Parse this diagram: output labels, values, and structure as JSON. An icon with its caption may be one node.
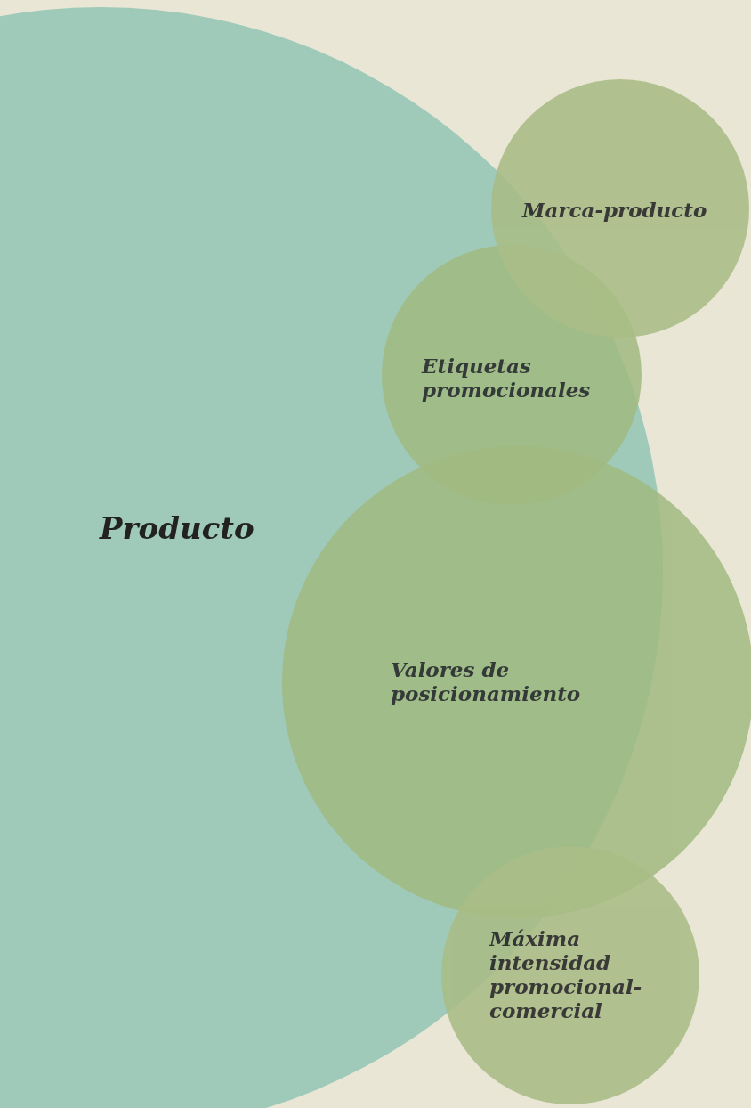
{
  "diagram": {
    "nodes": [
      {
        "text": [
          "Producto"
        ]
      },
      {
        "text": [
          "Marca-producto"
        ]
      },
      {
        "text": [
          "Etiquetas promocionales"
        ],
        "in": 0
      },
      {
        "text": [
          "Valores de posicionamiento"
        ]
      },
      {
        "text": [
          "Máxima intensidad promocional-comercial"
        ]
      }
    ]
  }
}
